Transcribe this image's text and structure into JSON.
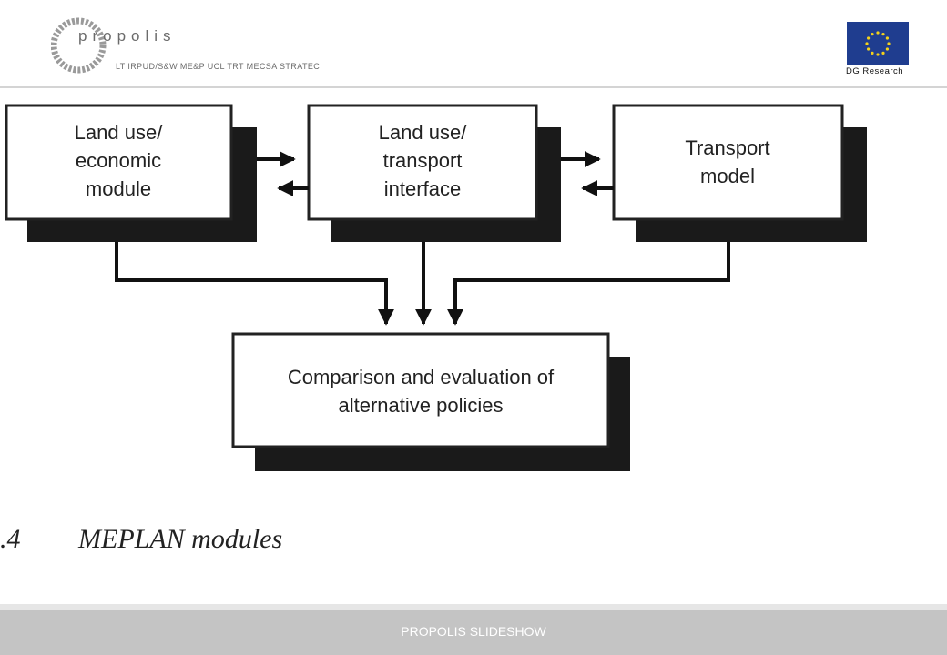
{
  "header": {
    "logo_word": "propolis",
    "partners": "LT  IRPUD/S&W  ME&P  UCL  TRT  MECSA  STRATEC",
    "eu_caption": "DG Research"
  },
  "diagram": {
    "box_land_use": [
      "Land use/",
      "economic",
      "module"
    ],
    "box_interface": [
      "Land use/",
      "transport",
      "interface"
    ],
    "box_transport": [
      "Transport",
      "model"
    ],
    "box_comparison": [
      "Comparison and evaluation of",
      "alternative policies"
    ]
  },
  "caption": {
    "number": ".4",
    "title": "MEPLAN modules"
  },
  "footer": {
    "text": "PROPOLIS SLIDESHOW"
  }
}
